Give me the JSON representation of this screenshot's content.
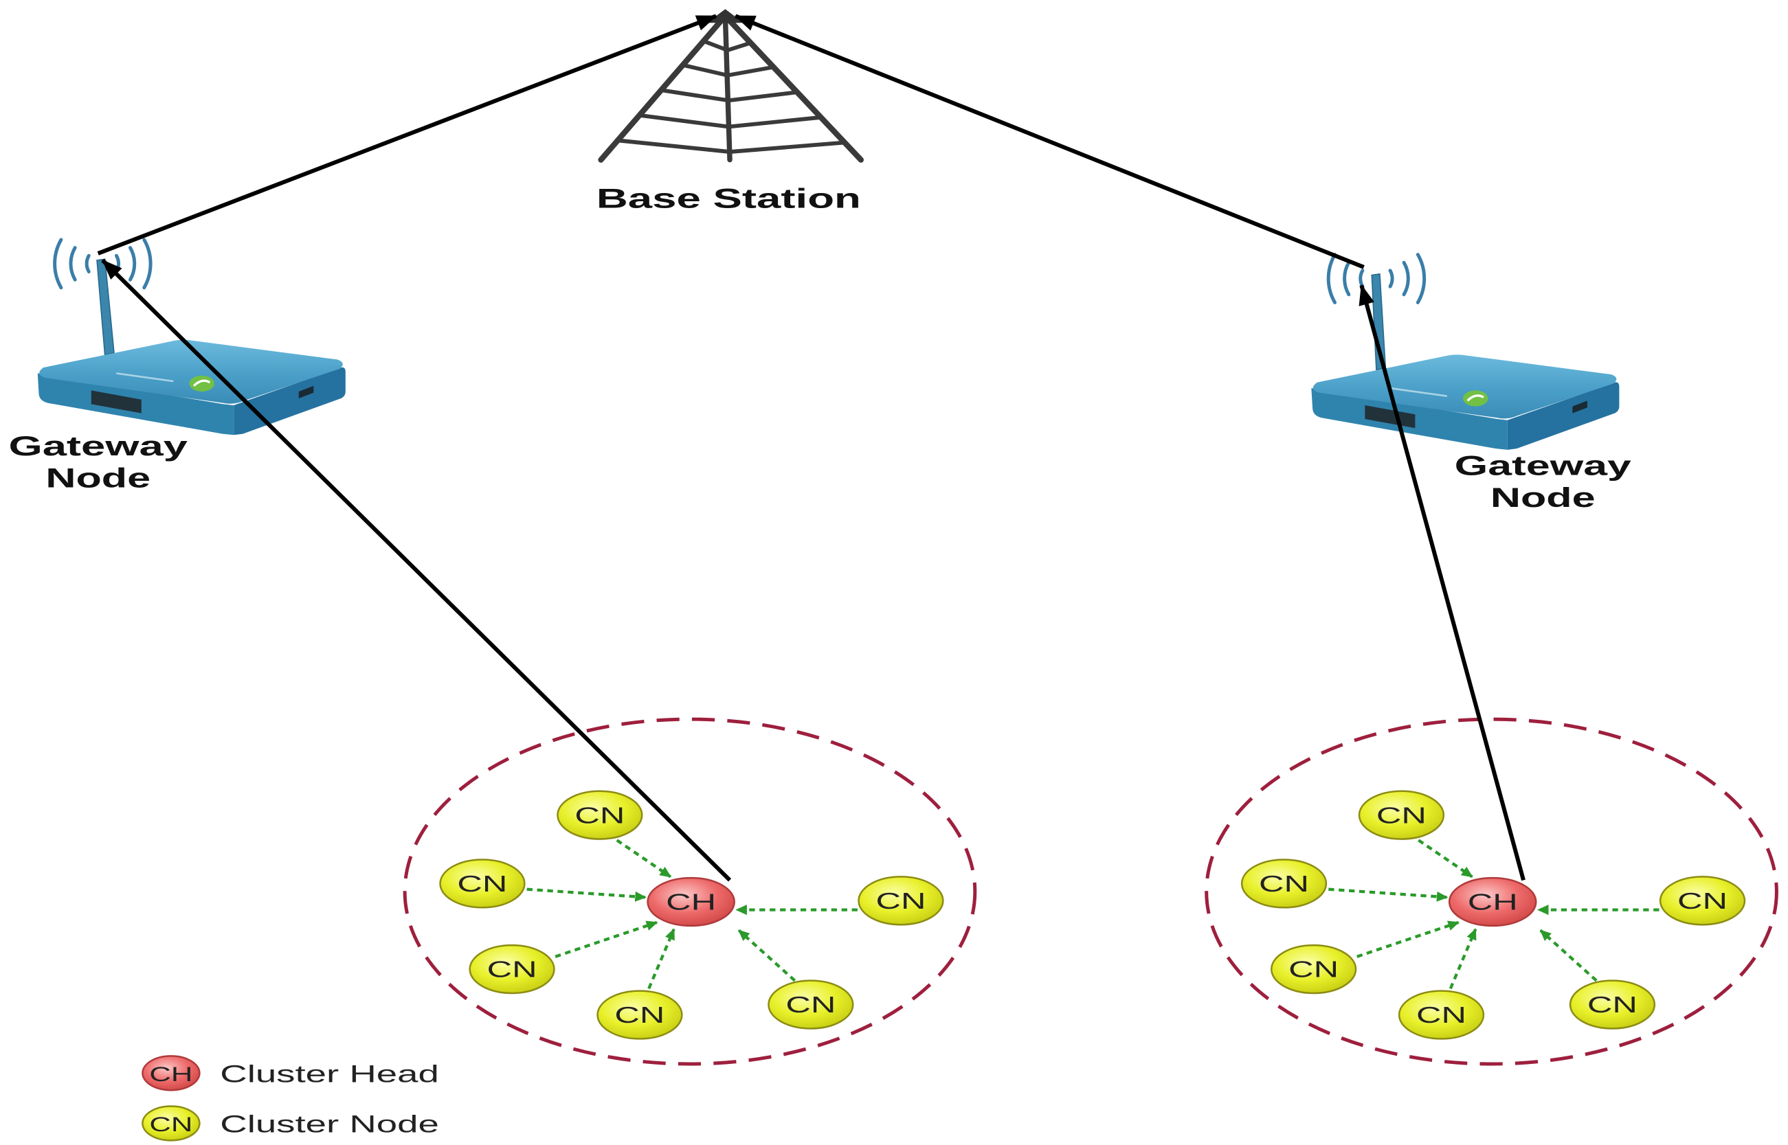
{
  "base_station": {
    "label": "Base Station"
  },
  "gateways": [
    {
      "label_line1": "Gateway",
      "label_line2": "Node"
    },
    {
      "label_line1": "Gateway",
      "label_line2": "Node"
    }
  ],
  "clusters": [
    {
      "head": "CH",
      "members": [
        "CN",
        "CN",
        "CN",
        "CN",
        "CN",
        "CN"
      ]
    },
    {
      "head": "CH",
      "members": [
        "CN",
        "CN",
        "CN",
        "CN",
        "CN",
        "CN"
      ]
    }
  ],
  "legend": [
    {
      "symbol": "CH",
      "label": "Cluster Head"
    },
    {
      "symbol": "CN",
      "label": "Cluster Node"
    }
  ],
  "icons": {
    "base_station": "tower-icon",
    "gateway": "router-icon",
    "signal": "wifi-signal-icon",
    "brand": "router-logo-icon"
  },
  "colors": {
    "cluster_head": "#ee6b6b",
    "cluster_node": "#e8f02a",
    "cluster_boundary": "#9e1f3d",
    "member_link": "#2b9a2b",
    "uplink": "#000000",
    "router_body": "#4a9fc8",
    "router_logo": "#72c044",
    "tower": "#3a3a3a"
  }
}
